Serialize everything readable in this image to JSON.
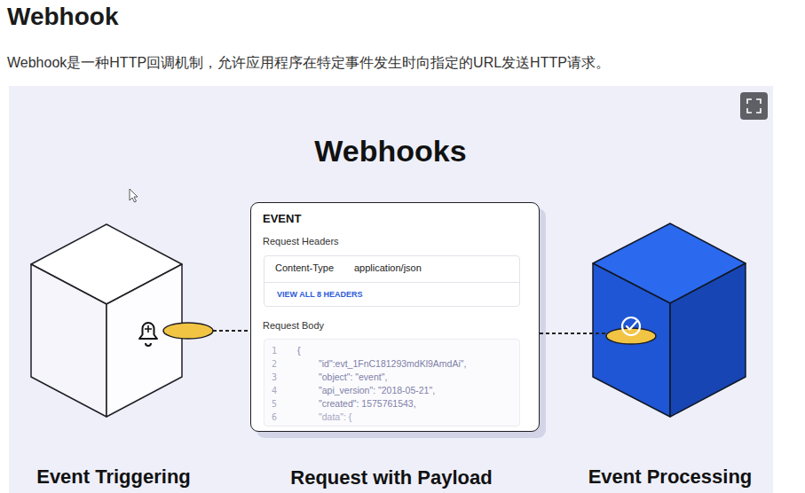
{
  "diagram": {
    "title": "Webhook",
    "nodes": [
      {
        "text": [
          "Event Triggering"
        ]
      },
      {
        "text": [
          "EVENT",
          "Request Headers",
          "Request Body",
          "Request with Payload"
        ]
      },
      {
        "text": [
          "Content-Type",
          "application/json",
          "VIEW ALL 8 HEADERS"
        ],
        "in": 1
      },
      {
        "text": [
          "1",
          "{",
          "2",
          "\"id\":evt_1FnC181293mdKl9AmdAi\",",
          "3",
          "\"object\": \"event\",",
          "4",
          "\"api_version\": \"2018-05-21\",",
          "5",
          "\"created\": 1575761543,",
          "6",
          "\"data\": {"
        ],
        "in": 1
      },
      {
        "text": [
          "Event Processing"
        ]
      }
    ],
    "edges": [
      {
        "from": 0,
        "to": 1,
        "arrow": "none"
      },
      {
        "from": 1,
        "to": 4,
        "arrow": "none"
      }
    ],
    "labels": [
      "Webhook是一种HTTP回调机制，允许应用程序在特定事件发生时向指定的URL发送HTTP请求。",
      "Webhooks"
    ]
  }
}
